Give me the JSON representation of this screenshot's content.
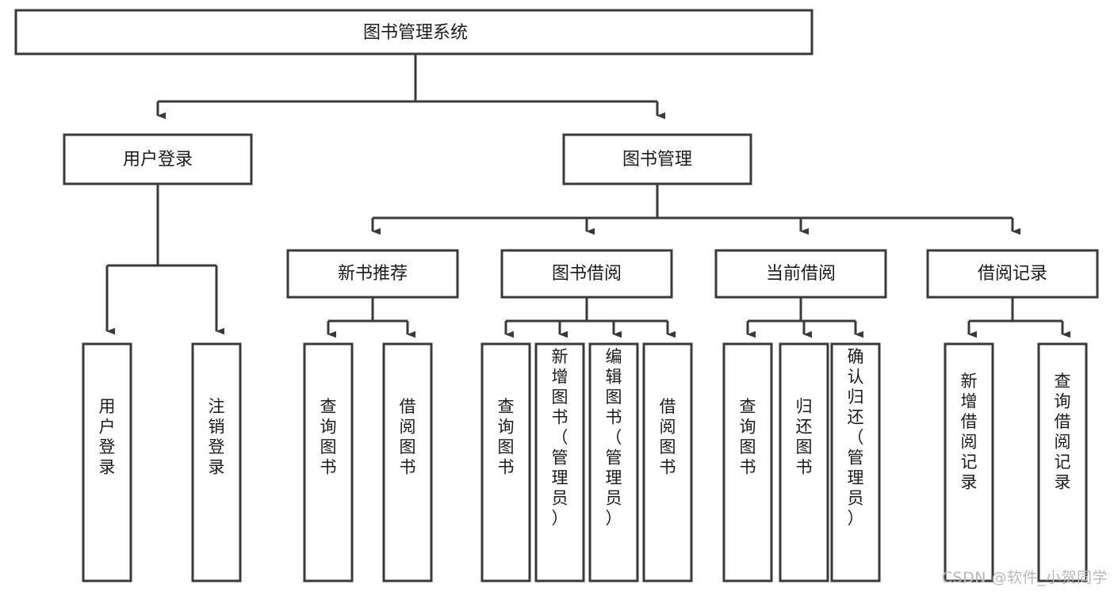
{
  "diagram": {
    "type": "tree-hierarchy-chart",
    "title_node": "图书管理系统",
    "stroke_color": "#3a3a3a",
    "fill_color": "#ffffff",
    "text_color": "#1b1b1b",
    "levels": {
      "level1": [
        {
          "id": "root",
          "label": "图书管理系统"
        }
      ],
      "level2": [
        {
          "id": "user-login",
          "label": "用户登录"
        },
        {
          "id": "book-manage",
          "label": "图书管理"
        }
      ],
      "level3": [
        {
          "id": "new-book-recommend",
          "label": "新书推荐"
        },
        {
          "id": "book-borrow",
          "label": "图书借阅"
        },
        {
          "id": "current-borrow",
          "label": "当前借阅"
        },
        {
          "id": "borrow-record",
          "label": "借阅记录"
        }
      ],
      "level4": [
        {
          "id": "leaf-user-login",
          "label": "用户登录",
          "parent": "user-login"
        },
        {
          "id": "leaf-logout-login",
          "label": "注销登录",
          "parent": "user-login"
        },
        {
          "id": "leaf-query-book-1",
          "label": "查询图书",
          "parent": "new-book-recommend"
        },
        {
          "id": "leaf-borrow-book-1",
          "label": "借阅图书",
          "parent": "new-book-recommend"
        },
        {
          "id": "leaf-query-book-2",
          "label": "查询图书",
          "parent": "book-borrow"
        },
        {
          "id": "leaf-add-book-admin",
          "label": "新增图书（管理员）",
          "parent": "book-borrow"
        },
        {
          "id": "leaf-edit-book-admin",
          "label": "编辑图书（管理员）",
          "parent": "book-borrow"
        },
        {
          "id": "leaf-borrow-book-2",
          "label": "借阅图书",
          "parent": "book-borrow"
        },
        {
          "id": "leaf-query-book-3",
          "label": "查询图书",
          "parent": "current-borrow"
        },
        {
          "id": "leaf-return-book",
          "label": "归还图书",
          "parent": "current-borrow"
        },
        {
          "id": "leaf-confirm-return-admin",
          "label": "确认归还（管理员）",
          "parent": "current-borrow"
        },
        {
          "id": "leaf-add-borrow-record",
          "label": "新增借阅记录",
          "parent": "borrow-record"
        },
        {
          "id": "leaf-query-borrow-record",
          "label": "查询借阅记录",
          "parent": "borrow-record"
        }
      ]
    }
  },
  "watermark": {
    "text": "CSDN @软件_小贺同学"
  }
}
